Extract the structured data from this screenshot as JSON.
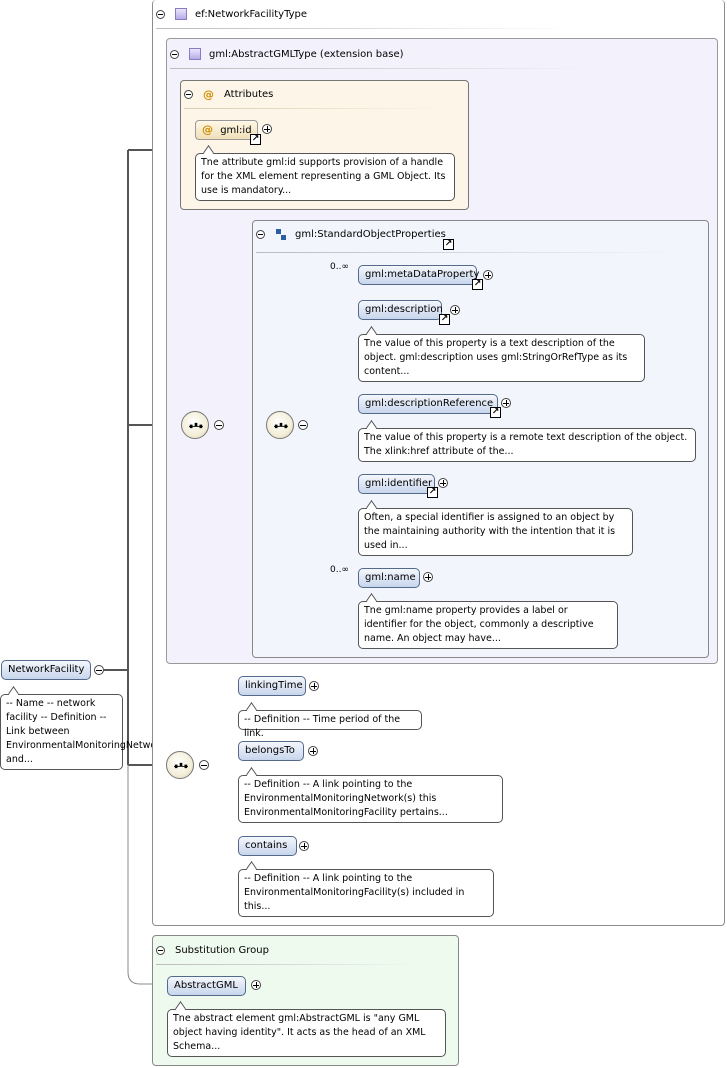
{
  "root": {
    "element": "NetworkFacility",
    "doc": "-- Name -- network facility -- Definition -- Link between EnvironmentalMonitoringNetwork and..."
  },
  "type_box": {
    "title": "ef:NetworkFacilityType"
  },
  "base_box": {
    "title": "gml:AbstractGMLType (extension base)"
  },
  "attributes": {
    "title": "Attributes",
    "id_attr": "gml:id",
    "id_doc": "The attribute gml:id supports provision of a handle for the XML element representing a GML Object. Its use is mandatory..."
  },
  "group": {
    "title": "gml:StandardObjectProperties",
    "items": [
      {
        "name": "gml:metaDataProperty",
        "cardinality": "0..∞",
        "doc": ""
      },
      {
        "name": "gml:description",
        "cardinality": "",
        "doc": "The value of this property is a text description of the object. gml:description uses gml:StringOrRefType as its content..."
      },
      {
        "name": "gml:descriptionReference",
        "cardinality": "",
        "doc": "The value of this property is a remote text description of the object. The xlink:href attribute of the..."
      },
      {
        "name": "gml:identifier",
        "cardinality": "",
        "doc": "Often, a special identifier is assigned to an object by the maintaining authority with the intention that it is used in..."
      },
      {
        "name": "gml:name",
        "cardinality": "0..∞",
        "doc": "The gml:name property provides a label or identifier for the object, commonly a descriptive name. An object may have..."
      }
    ]
  },
  "sequence2": {
    "items": [
      {
        "name": "linkingTime",
        "doc": "-- Definition -- Time period of the link."
      },
      {
        "name": "belongsTo",
        "doc": "-- Definition -- A link pointing to the EnvironmentalMonitoringNetwork(s) this EnvironmentalMonitoringFacility pertains..."
      },
      {
        "name": "contains",
        "doc": "-- Definition -- A link pointing to the EnvironmentalMonitoringFacility(s) included in this..."
      }
    ]
  },
  "substitution": {
    "title": "Substitution Group",
    "element": "AbstractGML",
    "doc": "The abstract element gml:AbstractGML is \"any GML object having identity\". It acts as the head of an XML Schema..."
  },
  "icons": {
    "link": "↗",
    "type": "complex-type-icon",
    "attribute": "@"
  }
}
